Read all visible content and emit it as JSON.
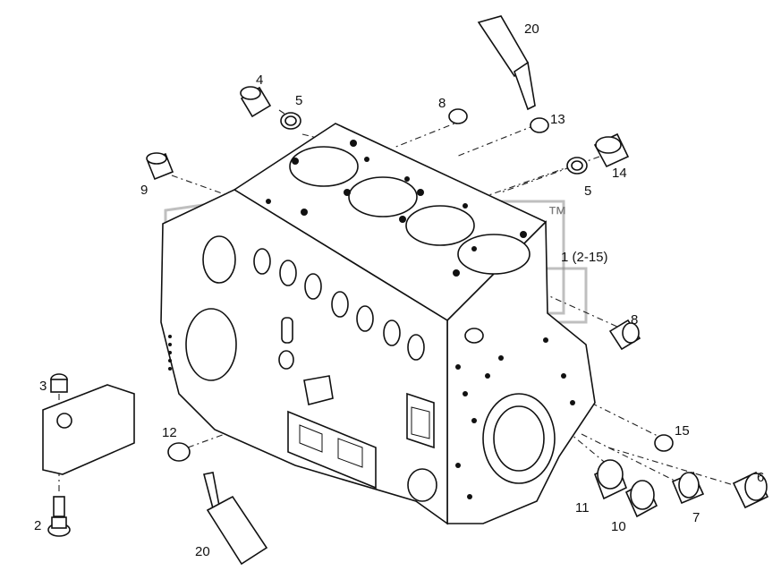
{
  "diagram": {
    "watermark": {
      "trademark": "™"
    },
    "callouts": {
      "c20_top": "20",
      "c4": "4",
      "c5_left": "5",
      "c8_top": "8",
      "c13": "13",
      "c9": "9",
      "c14": "14",
      "c5_right": "5",
      "c1": "1 (2-15)",
      "c8_right": "8",
      "c3": "3",
      "c12": "12",
      "c15": "15",
      "c6": "6",
      "c11": "11",
      "c7": "7",
      "c10": "10",
      "c2": "2",
      "c20_bottom": "20"
    }
  }
}
